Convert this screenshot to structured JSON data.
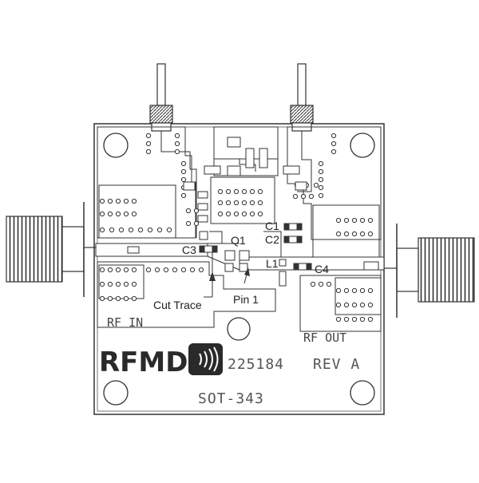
{
  "board": {
    "brand": "RFMD",
    "part_number": "225184",
    "revision": "REV A",
    "package": "SOT-343"
  },
  "ports": {
    "input": "RF IN",
    "output": "RF OUT"
  },
  "components": {
    "c1": "C1",
    "c2": "C2",
    "c3": "C3",
    "c4": "C4",
    "q1": "Q1",
    "l1": "L1"
  },
  "annotations": {
    "cut_trace": "Cut Trace",
    "pin1": "Pin 1"
  },
  "icons": {
    "logo": "wave-logo-icon"
  }
}
